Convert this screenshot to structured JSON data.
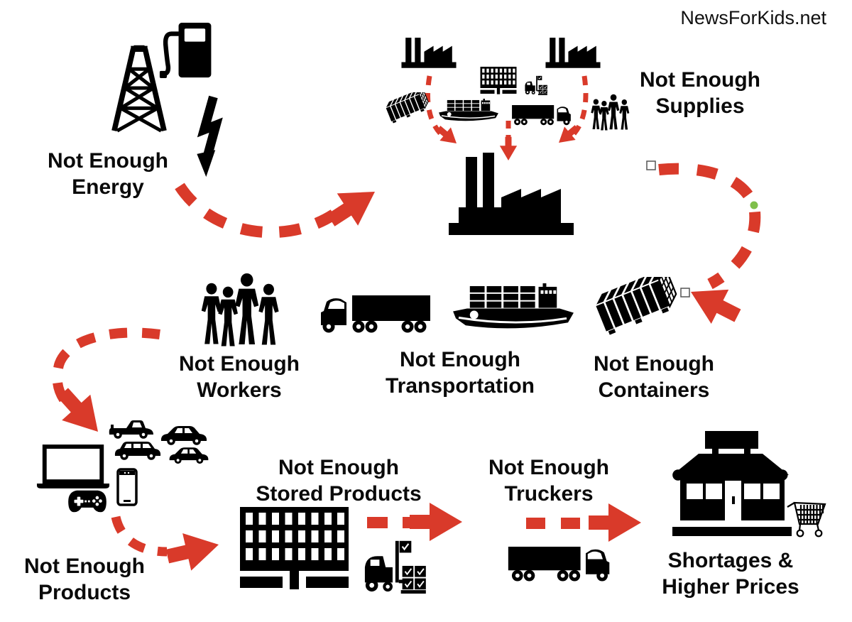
{
  "site": "NewsForKids.net",
  "colors": {
    "arrow_red": "#D93A2A",
    "icon_black": "#000000",
    "text": "#0A0A0A",
    "background": "#FFFFFF",
    "selection_handle_fill": "#FFFFFF",
    "selection_handle_border": "#555555",
    "selection_dot_green": "#7FBF4B"
  },
  "labels": {
    "energy": {
      "line1": "Not Enough",
      "line2": "Energy"
    },
    "supplies": {
      "line1": "Not Enough",
      "line2": "Supplies"
    },
    "workers": {
      "line1": "Not Enough",
      "line2": "Workers"
    },
    "transportation": {
      "line1": "Not Enough",
      "line2": "Transportation"
    },
    "containers": {
      "line1": "Not Enough",
      "line2": "Containers"
    },
    "products": {
      "line1": "Not Enough",
      "line2": "Products"
    },
    "stored_products": {
      "line1": "Not Enough",
      "line2": "Stored Products"
    },
    "truckers": {
      "line1": "Not Enough",
      "line2": "Truckers"
    },
    "shortages": {
      "line1": "Shortages &",
      "line2": "Higher Prices"
    }
  },
  "icon_groups": {
    "energy": [
      "oil-derrick-icon",
      "gas-pump-icon",
      "lightning-bolt-icon"
    ],
    "supplies_cluster": [
      "factory-icon",
      "factory-icon",
      "warehouse-icon",
      "forklift-icon",
      "shipping-container-icon",
      "cargo-ship-icon",
      "semi-truck-icon",
      "workers-icon"
    ],
    "center": [
      "large-factory-icon"
    ],
    "workers": [
      "workers-icon"
    ],
    "transportation": [
      "semi-truck-icon",
      "cargo-ship-icon"
    ],
    "containers": [
      "shipping-container-icon"
    ],
    "products": [
      "laptop-icon",
      "pickup-truck-icon",
      "sedan-car-icon",
      "suv-car-icon",
      "small-car-icon",
      "smartphone-icon",
      "game-controller-icon"
    ],
    "stored_products": [
      "warehouse-icon",
      "forklift-icon"
    ],
    "truckers": [
      "semi-truck-icon"
    ],
    "shortages": [
      "store-icon",
      "shopping-cart-icon"
    ]
  }
}
